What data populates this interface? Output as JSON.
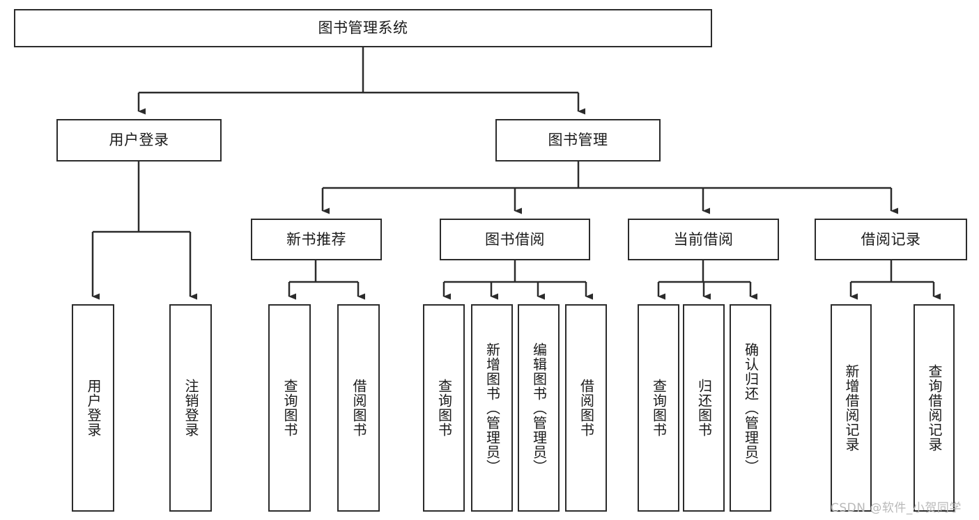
{
  "diagram": {
    "type": "tree-hierarchy-chart",
    "title": "图书管理系统",
    "style": {
      "box_border_color": "#2b2b2b",
      "box_fill_color": "#ffffff",
      "connector_color": "#2b2b2b",
      "background_color": "#ffffff",
      "text_color": "#1a1a1a"
    },
    "root": {
      "label": "图书管理系统"
    },
    "level2": [
      {
        "label": "用户登录"
      },
      {
        "label": "图书管理"
      }
    ],
    "level3": [
      {
        "label": "新书推荐"
      },
      {
        "label": "图书借阅"
      },
      {
        "label": "当前借阅"
      },
      {
        "label": "借阅记录"
      }
    ],
    "leaves": {
      "user_login": [
        {
          "label": "用户登录"
        },
        {
          "label": "注销登录"
        }
      ],
      "new_book_recommend": [
        {
          "label": "查询图书"
        },
        {
          "label": "借阅图书"
        }
      ],
      "book_borrow": [
        {
          "label": "查询图书"
        },
        {
          "label": "新增图书（管理员）"
        },
        {
          "label": "编辑图书（管理员）"
        },
        {
          "label": "借阅图书"
        }
      ],
      "current_borrow": [
        {
          "label": "查询图书"
        },
        {
          "label": "归还图书"
        },
        {
          "label": "确认归还（管理员）"
        }
      ],
      "borrow_record": [
        {
          "label": "新增借阅记录"
        },
        {
          "label": "查询借阅记录"
        }
      ]
    }
  },
  "watermark": {
    "text": "CSDN @软件_小贺同学"
  }
}
